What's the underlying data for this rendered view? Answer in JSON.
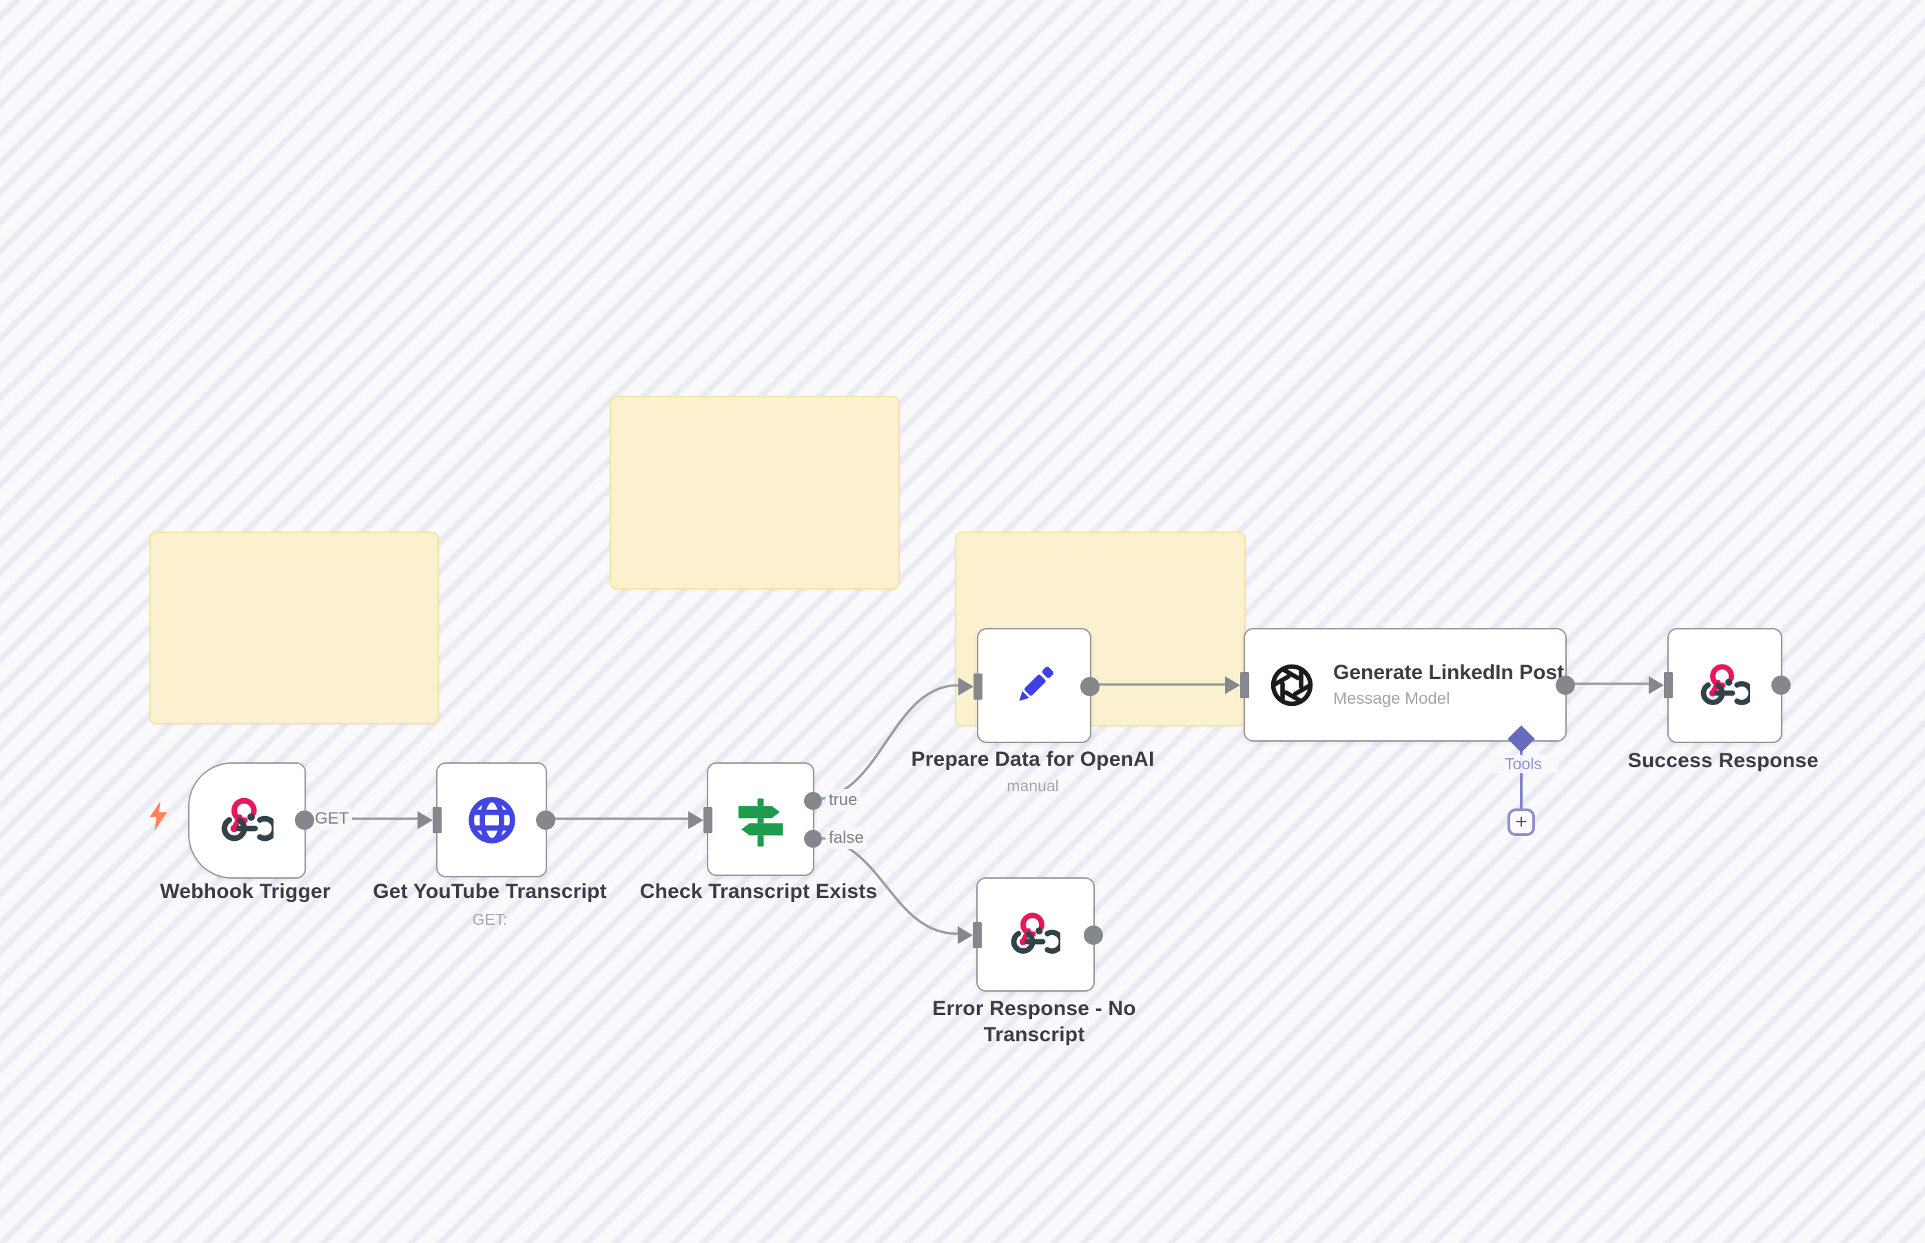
{
  "canvas": {
    "background_base": "#fafafd",
    "stripe_color": "#e9eaf3"
  },
  "sticky_notes": [
    {
      "id": "note-1",
      "color": "#fcf1ce"
    },
    {
      "id": "note-2",
      "color": "#fcf1ce"
    },
    {
      "id": "note-3",
      "color": "#fcf1ce"
    }
  ],
  "nodes": [
    {
      "title": "Webhook Trigger",
      "output_label": "GET"
    },
    {
      "title": "Get YouTube Transcript",
      "subtitle": "GET:"
    },
    {
      "title": "Check Transcript Exists",
      "outputs": {
        "top": "true",
        "bottom": "false"
      }
    },
    {
      "title": "Prepare Data for OpenAI",
      "subtitle": "manual"
    },
    {
      "title": "Generate LinkedIn Post",
      "subtitle": "Message Model",
      "tools_label": "Tools",
      "add_button": "+"
    },
    {
      "title": "Success Response"
    },
    {
      "title": "Error Response - No Transcript"
    }
  ],
  "icons": {
    "webhook_pink": "#e8175d",
    "webhook_dark": "#32424a",
    "globe_blue": "#4345e2",
    "if_green": "#1e9c4d",
    "pencil_blue": "#3f3fe8",
    "openai_dark": "#1b1b1f",
    "trigger_bolt_orange": "#fc825a",
    "tools_accent": "#666bc0"
  }
}
